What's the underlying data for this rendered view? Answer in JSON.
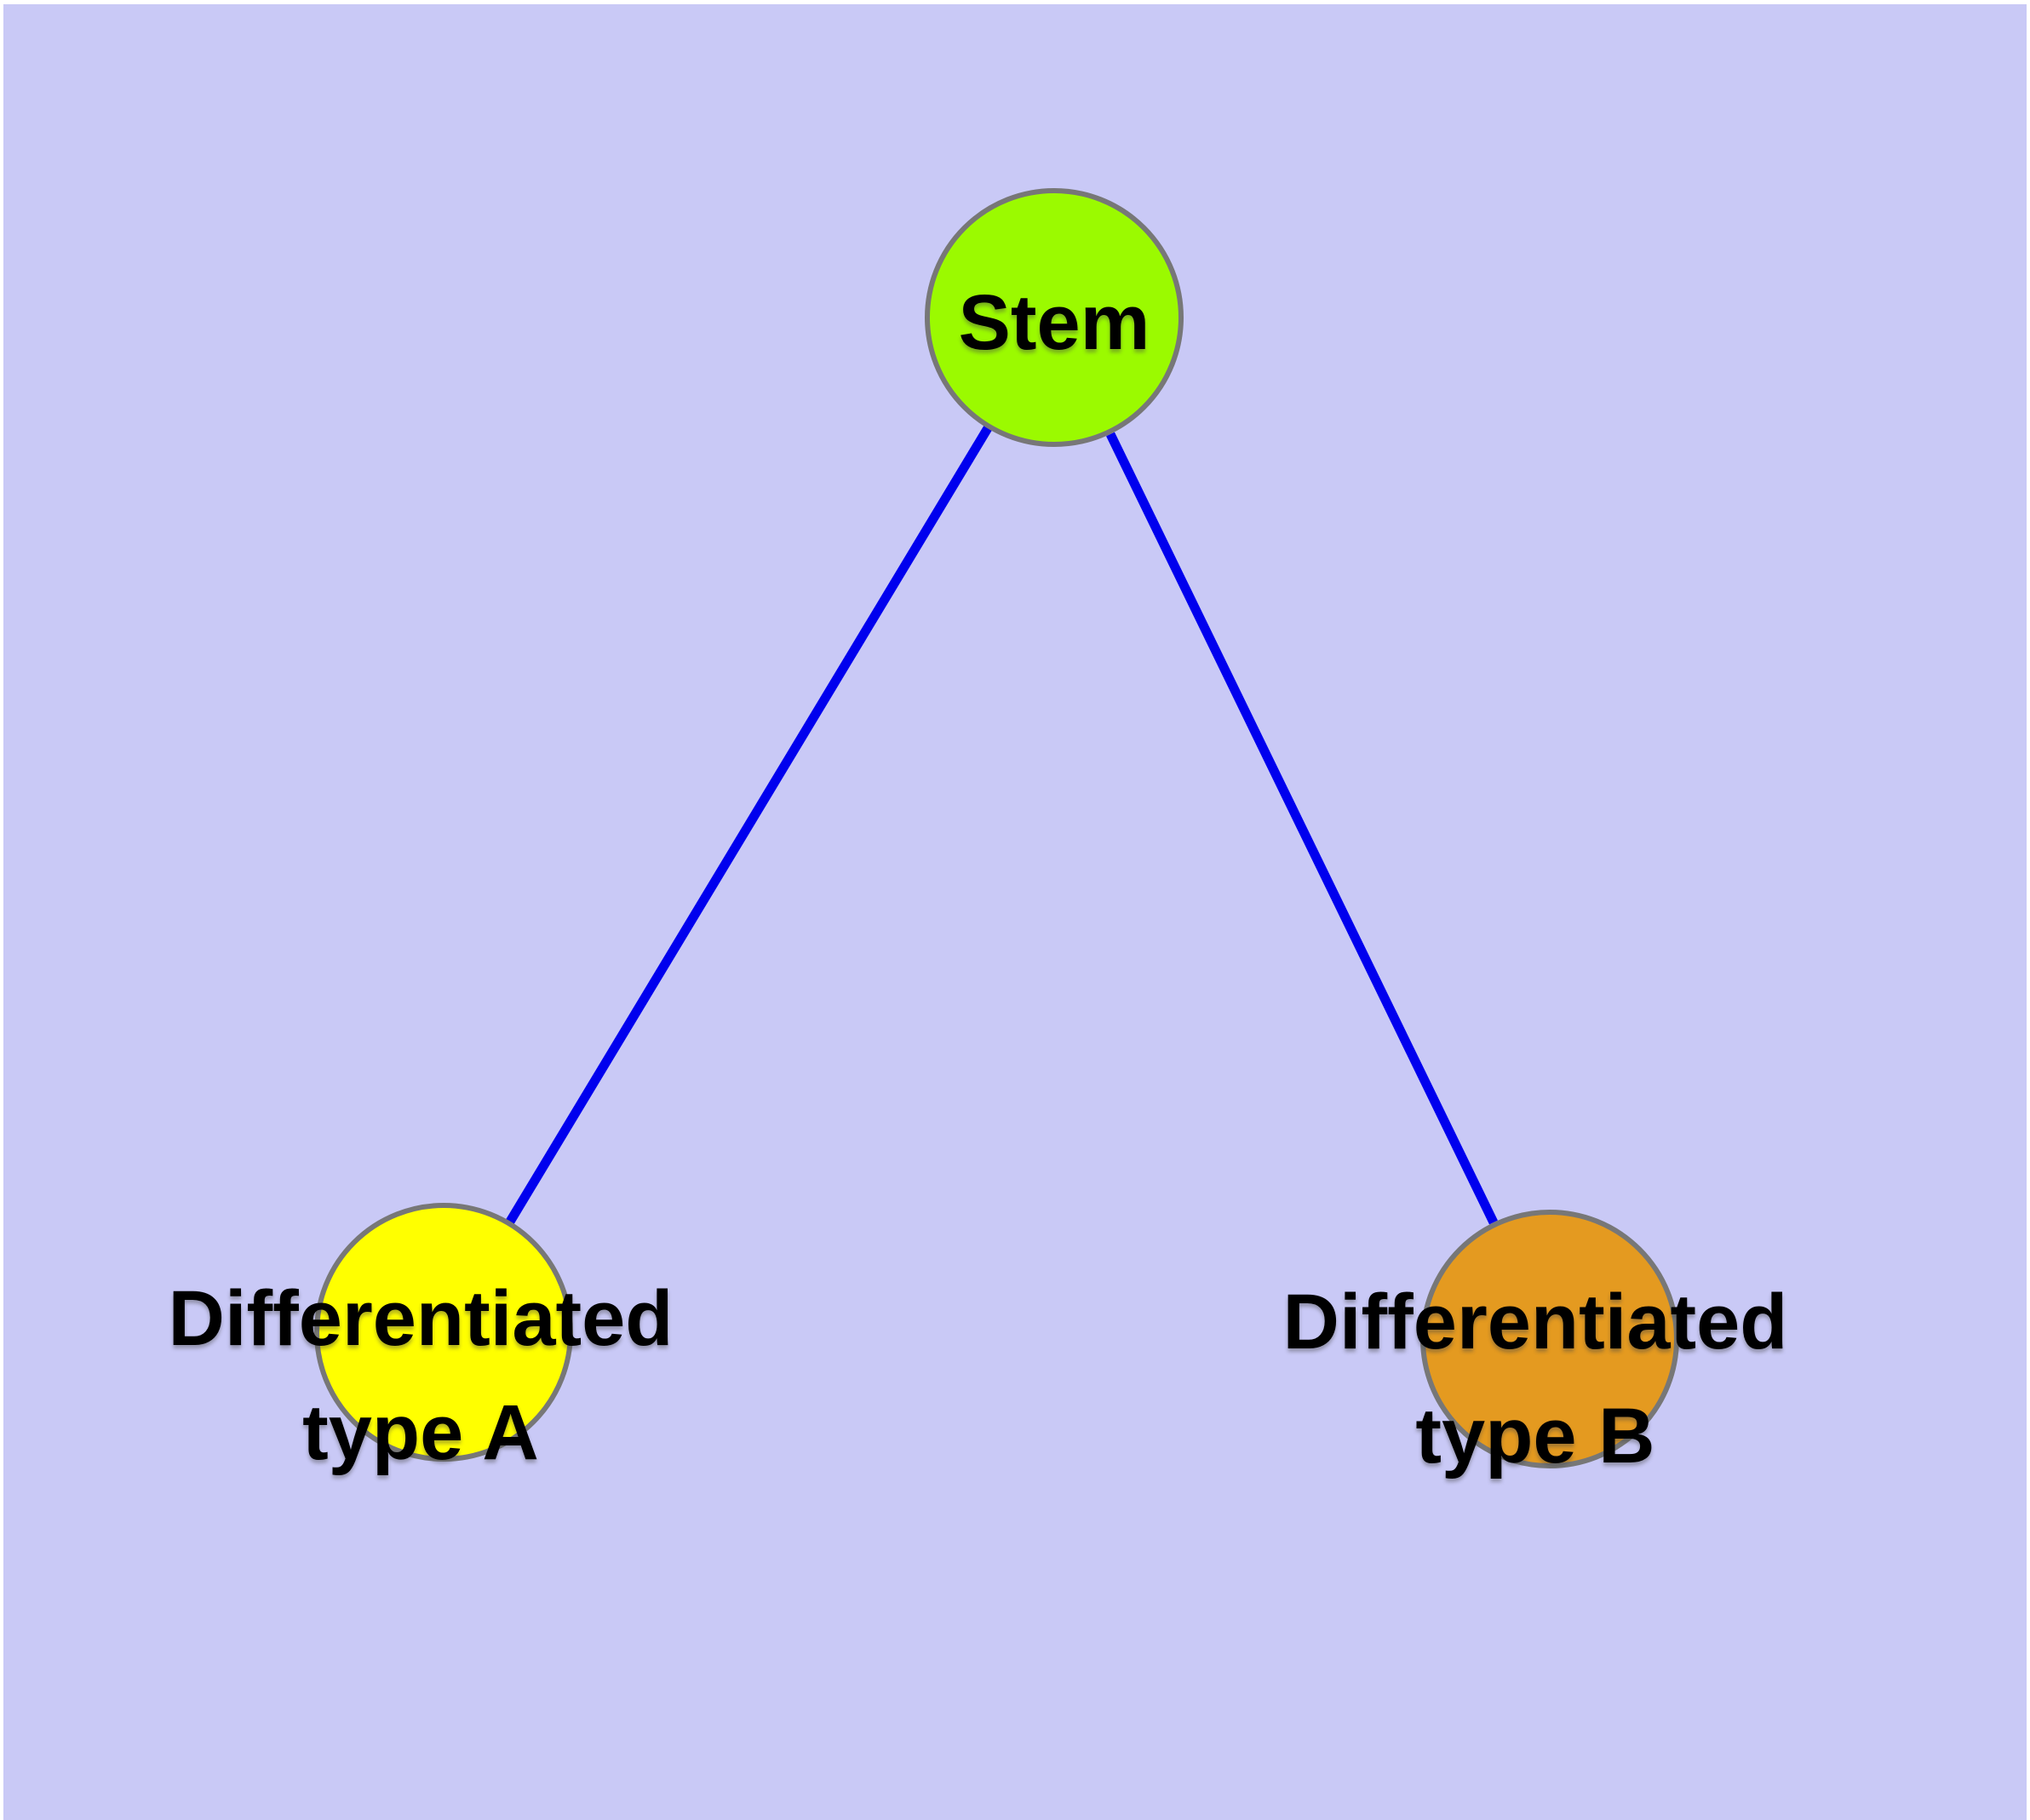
{
  "diagram": {
    "background_color": "#C9C9F6",
    "page_margin_color": "#FFFFFF",
    "text_color": "#000000",
    "node_border_color": "#777777",
    "edge_color": "#0000EE",
    "nodes": [
      {
        "id": "stem",
        "label": "Stem",
        "label_lines": [
          "Stem"
        ],
        "fill": "#9BFA00",
        "border": "#777777"
      },
      {
        "id": "type-a",
        "label": "Differentiated type A",
        "label_lines": [
          "Differentiated",
          "type A"
        ],
        "fill": "#FFFF00",
        "border": "#777777"
      },
      {
        "id": "type-b",
        "label": "Differentiated type B",
        "label_lines": [
          "Differentiated",
          "type B"
        ],
        "fill": "#E49A20",
        "border": "#777777"
      }
    ],
    "edges": [
      {
        "from": "stem",
        "to": "type-a",
        "color": "#0000EE"
      },
      {
        "from": "stem",
        "to": "type-b",
        "color": "#0000EE"
      }
    ]
  }
}
